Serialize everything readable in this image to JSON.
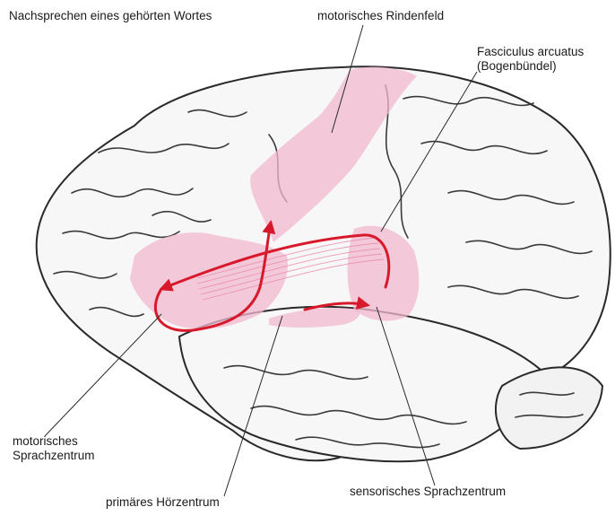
{
  "title": "Nachsprechen eines gehörten Wortes",
  "labels": {
    "motor_cortex": "motorisches Rindenfeld",
    "fasciculus": "Fasciculus arcuatus\n(Bogenbündel)",
    "broca": "motorisches\nSprachzentrum",
    "auditory": "primäres Hörzentrum",
    "wernicke": "sensorisches Sprachzentrum"
  },
  "colors": {
    "highlight": "#f2b8cf",
    "pathway": "#d7192b",
    "outline": "#2a2a2a",
    "background": "#ffffff"
  }
}
